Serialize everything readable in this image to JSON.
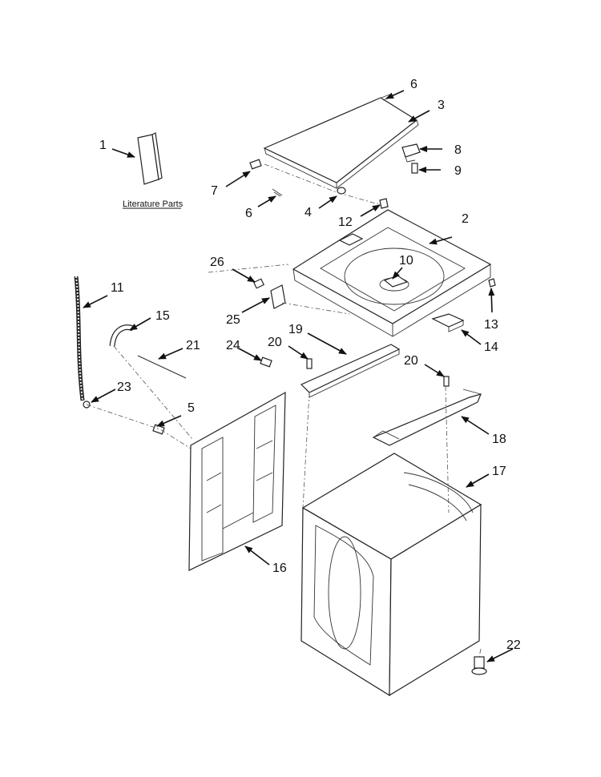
{
  "literature_parts_label": "Literature Parts",
  "callouts": [
    {
      "id": "1",
      "text": "1"
    },
    {
      "id": "2",
      "text": "2"
    },
    {
      "id": "3",
      "text": "3"
    },
    {
      "id": "4",
      "text": "4"
    },
    {
      "id": "5",
      "text": "5"
    },
    {
      "id": "6a",
      "text": "6"
    },
    {
      "id": "6b",
      "text": "6"
    },
    {
      "id": "7",
      "text": "7"
    },
    {
      "id": "8",
      "text": "8"
    },
    {
      "id": "9",
      "text": "9"
    },
    {
      "id": "10",
      "text": "10"
    },
    {
      "id": "11",
      "text": "11"
    },
    {
      "id": "12",
      "text": "12"
    },
    {
      "id": "13",
      "text": "13"
    },
    {
      "id": "14",
      "text": "14"
    },
    {
      "id": "15",
      "text": "15"
    },
    {
      "id": "16",
      "text": "16"
    },
    {
      "id": "17",
      "text": "17"
    },
    {
      "id": "18",
      "text": "18"
    },
    {
      "id": "19",
      "text": "19"
    },
    {
      "id": "20a",
      "text": "20"
    },
    {
      "id": "20b",
      "text": "20"
    },
    {
      "id": "21",
      "text": "21"
    },
    {
      "id": "22",
      "text": "22"
    },
    {
      "id": "23",
      "text": "23"
    },
    {
      "id": "24",
      "text": "24"
    },
    {
      "id": "25",
      "text": "25"
    },
    {
      "id": "26",
      "text": "26"
    }
  ]
}
